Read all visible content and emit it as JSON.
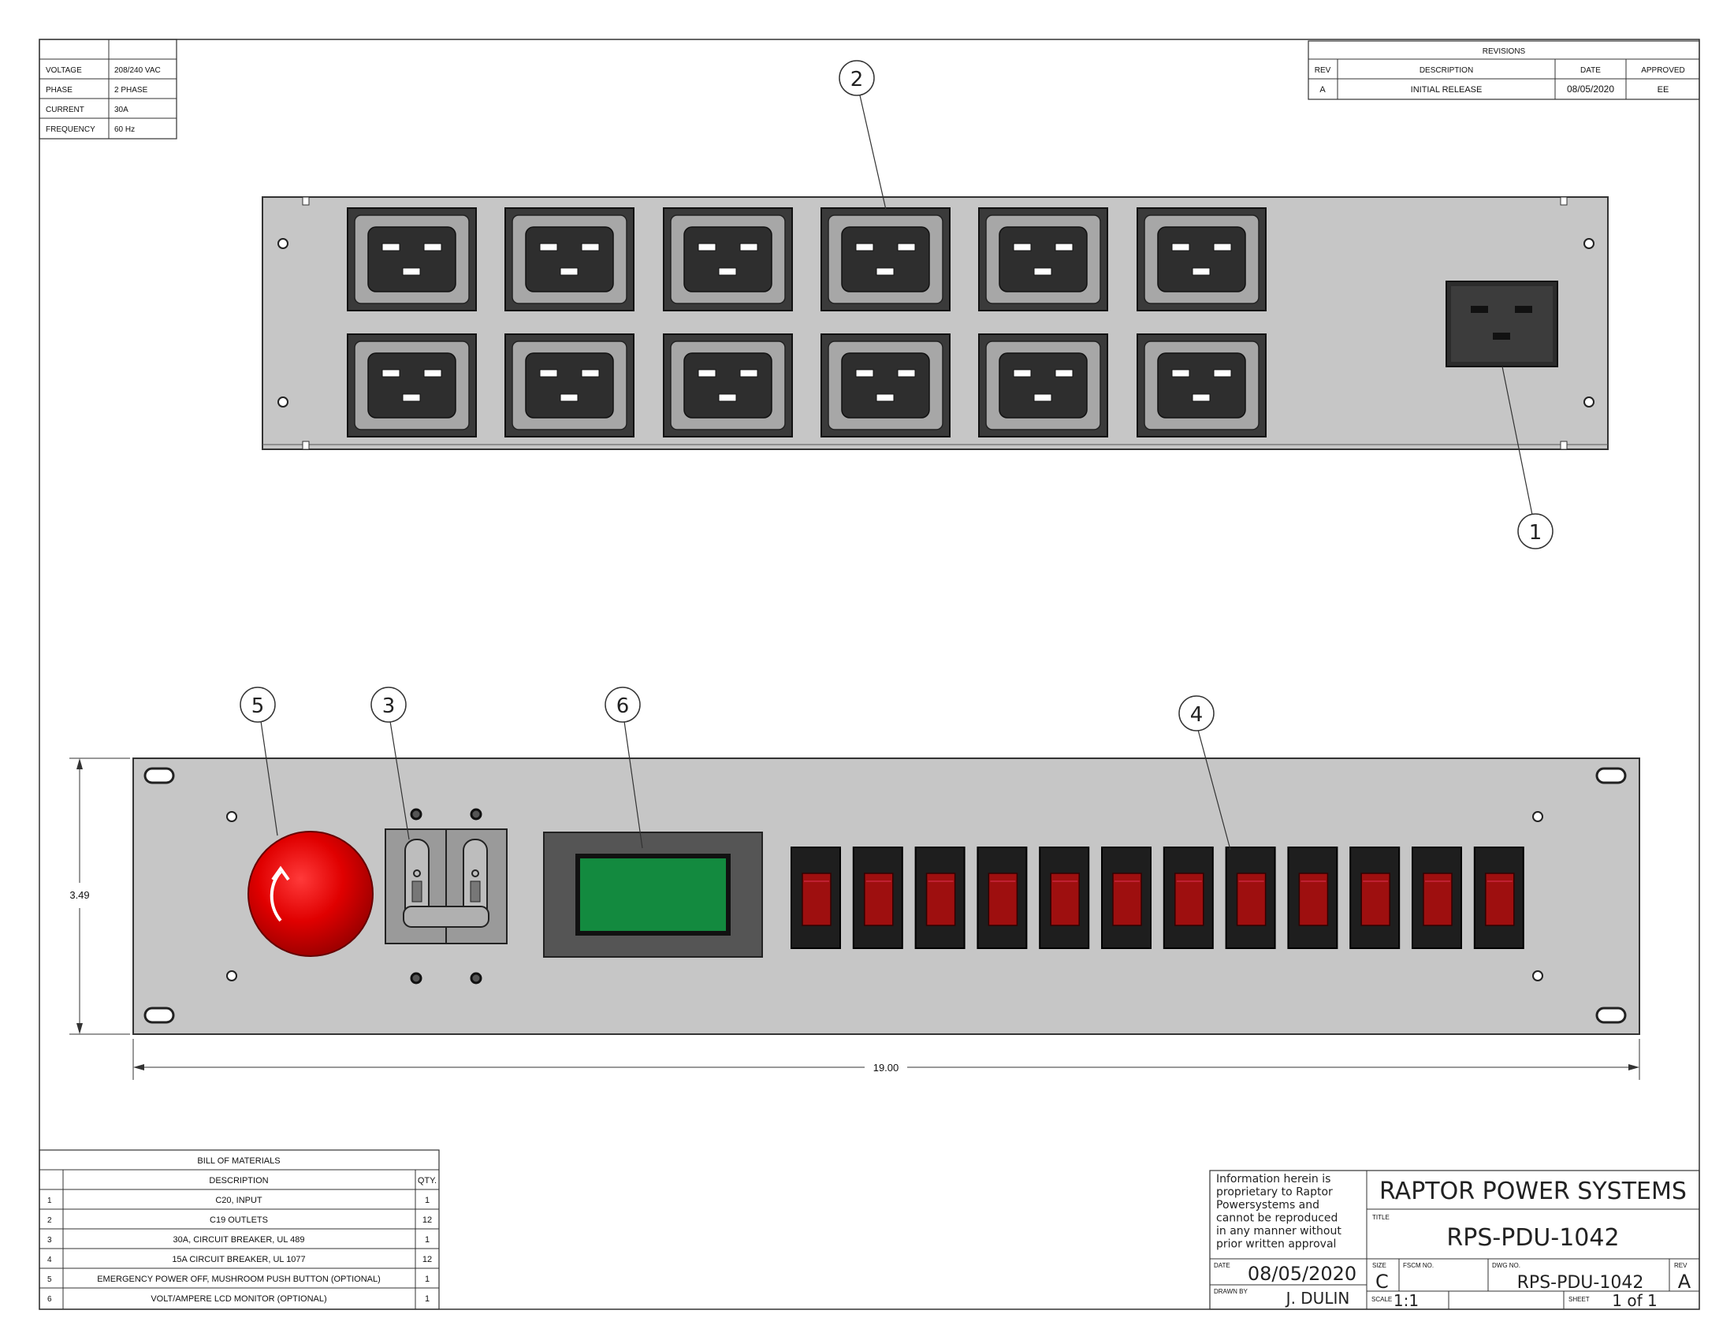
{
  "specs": [
    {
      "label": "VOLTAGE",
      "value": "208/240 VAC"
    },
    {
      "label": "PHASE",
      "value": "2 PHASE"
    },
    {
      "label": "CURRENT",
      "value": "30A"
    },
    {
      "label": "FREQUENCY",
      "value": "60 Hz"
    }
  ],
  "revisions": {
    "title": "REVISIONS",
    "headers": {
      "rev": "REV",
      "description": "DESCRIPTION",
      "date": "DATE",
      "approved": "APPROVED"
    },
    "row": {
      "rev": "A",
      "description": "INITIAL RELEASE",
      "date": "08/05/2020",
      "approved": "EE"
    }
  },
  "callouts": {
    "c1": "1",
    "c2": "2",
    "c3": "3",
    "c4": "4",
    "c5": "5",
    "c6": "6"
  },
  "dimensions": {
    "height": "3.49",
    "width": "19.00"
  },
  "bom": {
    "title": "BILL OF MATERIALS",
    "col_description": "DESCRIPTION",
    "col_qty": "QTY.",
    "items": [
      {
        "num": "1",
        "description": "C20, INPUT",
        "qty": "1"
      },
      {
        "num": "2",
        "description": "C19 OUTLETS",
        "qty": "12"
      },
      {
        "num": "3",
        "description": "30A, CIRCUIT BREAKER, UL 489",
        "qty": "1"
      },
      {
        "num": "4",
        "description": "15A CIRCUIT BREAKER, UL 1077",
        "qty": "12"
      },
      {
        "num": "5",
        "description": "EMERGENCY POWER OFF, MUSHROOM PUSH BUTTON (OPTIONAL)",
        "qty": "1"
      },
      {
        "num": "6",
        "description": "VOLT/AMPERE LCD MONITOR (OPTIONAL)",
        "qty": "1"
      }
    ]
  },
  "title_block": {
    "notice": [
      "Information herein is",
      "proprietary to Raptor",
      "Powersystems and",
      "cannot be reproduced",
      "in any manner without",
      "prior written approval"
    ],
    "company": "RAPTOR POWER SYSTEMS",
    "title_label": "TITLE",
    "title": "RPS-PDU-1042",
    "date_label": "DATE",
    "date": "08/05/2020",
    "size_label": "SIZE",
    "size": "C",
    "fscm_label": "FSCM NO.",
    "dwg_label": "DWG NO.",
    "dwg_no": "RPS-PDU-1042",
    "rev_label": "REV",
    "rev": "A",
    "drawn_label": "DRAWN BY",
    "drawn_by": "J. DULIN",
    "scale_label": "SCALE",
    "scale": "1:1",
    "sheet_label": "SHEET",
    "sheet": "1 of 1"
  }
}
